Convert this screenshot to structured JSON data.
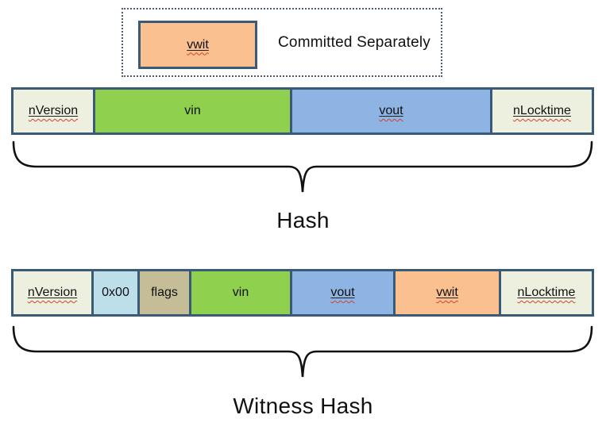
{
  "colors": {
    "cell_border": "#3B5A77",
    "legend_dotted_border": "#4A5E78",
    "brace_stroke": "#111111",
    "spellcheck_red": "#CF4232",
    "cream": "#EDF0DE",
    "green": "#8FD04F",
    "blue": "#8DB4E2",
    "orange": "#FAC090",
    "light_blue": "#BDDFE9",
    "tan": "#C4BD97"
  },
  "legend": {
    "swatch_label": "vwit",
    "swatch_color": "#FAC090",
    "caption": "Committed Separately"
  },
  "diagram": {
    "rows": [
      {
        "brace_label": "Hash",
        "cells": [
          {
            "label": "nVersion",
            "color": "#EDF0DE",
            "squiggle": true
          },
          {
            "label": "vin",
            "color": "#8FD04F",
            "squiggle": false
          },
          {
            "label": "vout",
            "color": "#8DB4E2",
            "squiggle": true
          },
          {
            "label": "nLocktime",
            "color": "#EDF0DE",
            "squiggle": true
          }
        ]
      },
      {
        "brace_label": "Witness Hash",
        "cells": [
          {
            "label": "nVersion",
            "color": "#EDF0DE",
            "squiggle": true
          },
          {
            "label": "0x00",
            "color": "#BDDFE9",
            "squiggle": false
          },
          {
            "label": "flags",
            "color": "#C4BD97",
            "squiggle": false
          },
          {
            "label": "vin",
            "color": "#8FD04F",
            "squiggle": false
          },
          {
            "label": "vout",
            "color": "#8DB4E2",
            "squiggle": true
          },
          {
            "label": "vwit",
            "color": "#FAC090",
            "squiggle": true
          },
          {
            "label": "nLocktime",
            "color": "#EDF0DE",
            "squiggle": true
          }
        ]
      }
    ]
  }
}
